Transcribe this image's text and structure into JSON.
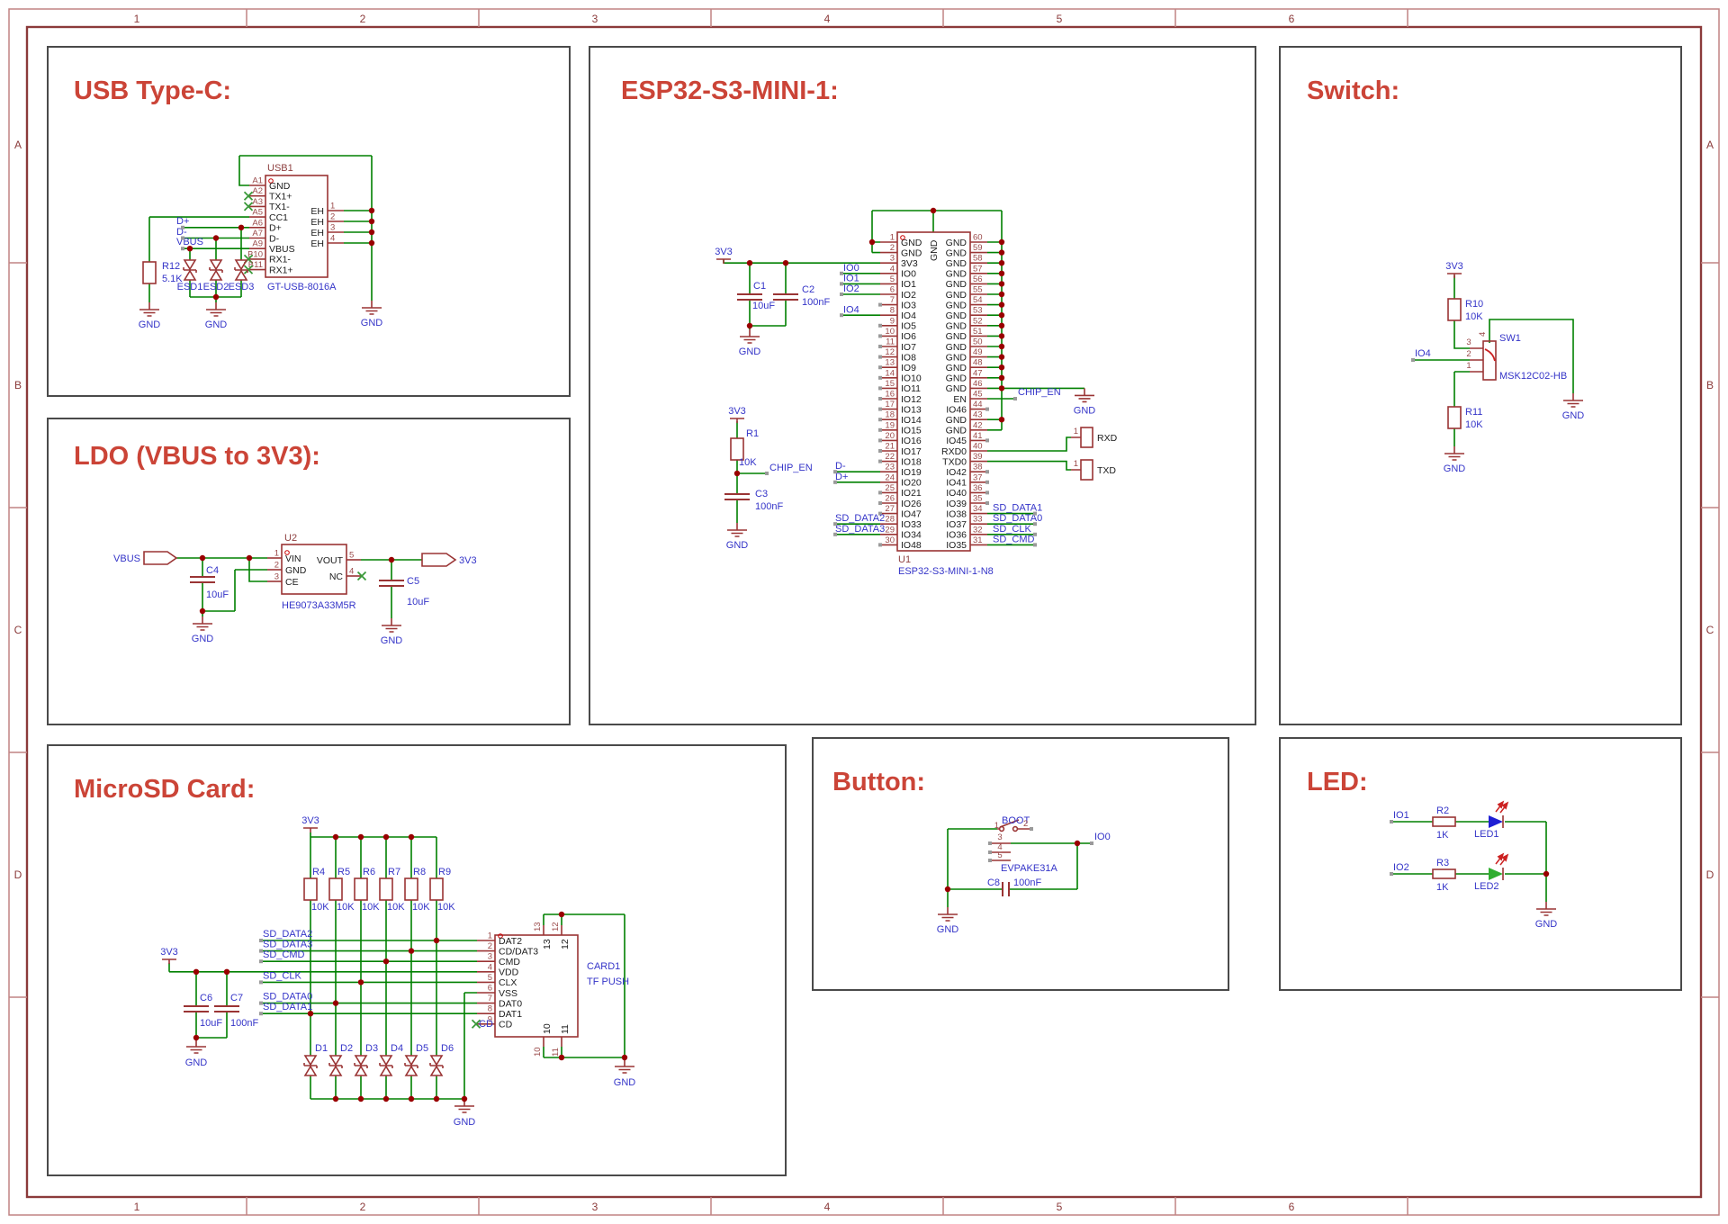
{
  "labels": {
    "gnd": "GND",
    "v33": "3V3"
  },
  "frame": {
    "cols": [
      "1",
      "2",
      "3",
      "4",
      "5",
      "6"
    ],
    "rows": [
      "A",
      "B",
      "C",
      "D"
    ]
  },
  "usb": {
    "title": "USB Type-C:",
    "ref": "USB1",
    "part": "GT-USB-8016A",
    "pins": [
      {
        "n": "A1",
        "l": "GND"
      },
      {
        "n": "A2",
        "l": "TX1+",
        "x": 1
      },
      {
        "n": "A3",
        "l": "TX1-",
        "x": 1
      },
      {
        "n": "A5",
        "l": "CC1"
      },
      {
        "n": "A6",
        "l": "D+"
      },
      {
        "n": "A7",
        "l": "D-"
      },
      {
        "n": "A9",
        "l": "VBUS"
      },
      {
        "n": "B10",
        "l": "RX1-",
        "x": 1
      },
      {
        "n": "B11",
        "l": "RX1+",
        "x": 1
      }
    ],
    "eh_pins": [
      {
        "n": "1",
        "l": "EH"
      },
      {
        "n": "2",
        "l": "EH"
      },
      {
        "n": "3",
        "l": "EH"
      },
      {
        "n": "4",
        "l": "EH"
      }
    ],
    "r12_ref": "R12",
    "r12_val": "5.1K",
    "esd_refs": [
      "ESD1",
      "ESD2",
      "ESD3"
    ],
    "net_dp": "D+",
    "net_dm": "D-",
    "net_vbus": "VBUS"
  },
  "ldo": {
    "title": "LDO (VBUS to 3V3):",
    "ref": "U2",
    "part": "HE9073A33M5R",
    "left": [
      {
        "n": "1",
        "l": "VIN"
      },
      {
        "n": "2",
        "l": "GND"
      },
      {
        "n": "3",
        "l": "CE"
      }
    ],
    "right": [
      {
        "n": "5",
        "l": "VOUT"
      },
      {
        "n": "4",
        "l": "NC",
        "x": 1
      }
    ],
    "c4_ref": "C4",
    "c4_val": "10uF",
    "c5_ref": "C5",
    "c5_val": "10uF",
    "port_in": "VBUS",
    "port_out": "3V3"
  },
  "esp": {
    "title": "ESP32-S3-MINI-1:",
    "ref": "U1",
    "part": "ESP32-S3-MINI-1-N8",
    "top_pin": "GND",
    "left_pins": [
      {
        "n": "1",
        "l": "GND"
      },
      {
        "n": "2",
        "l": "GND"
      },
      {
        "n": "3",
        "l": "3V3"
      },
      {
        "n": "4",
        "l": "IO0"
      },
      {
        "n": "5",
        "l": "IO1"
      },
      {
        "n": "6",
        "l": "IO2"
      },
      {
        "n": "7",
        "l": "IO3",
        "nc": 1
      },
      {
        "n": "8",
        "l": "IO4"
      },
      {
        "n": "9",
        "l": "IO5",
        "nc": 1
      },
      {
        "n": "10",
        "l": "IO6",
        "nc": 1
      },
      {
        "n": "11",
        "l": "IO7",
        "nc": 1
      },
      {
        "n": "12",
        "l": "IO8",
        "nc": 1
      },
      {
        "n": "13",
        "l": "IO9",
        "nc": 1
      },
      {
        "n": "14",
        "l": "IO10",
        "nc": 1
      },
      {
        "n": "15",
        "l": "IO11",
        "nc": 1
      },
      {
        "n": "16",
        "l": "IO12",
        "nc": 1
      },
      {
        "n": "17",
        "l": "IO13",
        "nc": 1
      },
      {
        "n": "18",
        "l": "IO14",
        "nc": 1
      },
      {
        "n": "19",
        "l": "IO15",
        "nc": 1
      },
      {
        "n": "20",
        "l": "IO16",
        "nc": 1
      },
      {
        "n": "21",
        "l": "IO17",
        "nc": 1
      },
      {
        "n": "22",
        "l": "IO18",
        "nc": 1
      },
      {
        "n": "23",
        "l": "IO19"
      },
      {
        "n": "24",
        "l": "IO20"
      },
      {
        "n": "25",
        "l": "IO21",
        "nc": 1
      },
      {
        "n": "26",
        "l": "IO26",
        "nc": 1
      },
      {
        "n": "27",
        "l": "IO47",
        "nc": 1
      },
      {
        "n": "28",
        "l": "IO33"
      },
      {
        "n": "29",
        "l": "IO34"
      },
      {
        "n": "30",
        "l": "IO48",
        "nc": 1
      }
    ],
    "right_pins": [
      {
        "n": "60",
        "l": "GND"
      },
      {
        "n": "59",
        "l": "GND"
      },
      {
        "n": "58",
        "l": "GND"
      },
      {
        "n": "57",
        "l": "GND"
      },
      {
        "n": "56",
        "l": "GND"
      },
      {
        "n": "55",
        "l": "GND"
      },
      {
        "n": "54",
        "l": "GND"
      },
      {
        "n": "53",
        "l": "GND"
      },
      {
        "n": "52",
        "l": "GND"
      },
      {
        "n": "51",
        "l": "GND"
      },
      {
        "n": "50",
        "l": "GND"
      },
      {
        "n": "49",
        "l": "GND"
      },
      {
        "n": "48",
        "l": "GND"
      },
      {
        "n": "47",
        "l": "GND"
      },
      {
        "n": "46",
        "l": "GND"
      },
      {
        "n": "45",
        "l": "EN"
      },
      {
        "n": "44",
        "l": "IO46",
        "nc": 1
      },
      {
        "n": "43",
        "l": "GND"
      },
      {
        "n": "42",
        "l": "GND"
      },
      {
        "n": "41",
        "l": "IO45",
        "nc": 1
      },
      {
        "n": "40",
        "l": "RXD0"
      },
      {
        "n": "39",
        "l": "TXD0"
      },
      {
        "n": "38",
        "l": "IO42",
        "nc": 1
      },
      {
        "n": "37",
        "l": "IO41",
        "nc": 1
      },
      {
        "n": "36",
        "l": "IO40",
        "nc": 1
      },
      {
        "n": "35",
        "l": "IO39",
        "nc": 1
      },
      {
        "n": "34",
        "l": "IO38"
      },
      {
        "n": "33",
        "l": "IO37"
      },
      {
        "n": "32",
        "l": "IO36"
      },
      {
        "n": "31",
        "l": "IO35"
      }
    ],
    "c1_ref": "C1",
    "c1_val": "10uF",
    "c2_ref": "C2",
    "c2_val": "100nF",
    "r1_ref": "R1",
    "r1_val": "10K",
    "c3_ref": "C3",
    "c3_val": "100nF",
    "net_io0": "IO0",
    "net_io1": "IO1",
    "net_io2": "IO2",
    "net_io4": "IO4",
    "net_chip_en": "CHIP_EN",
    "net_chip_en2": "CHIP_EN",
    "net_dm": "D-",
    "net_dp": "D+",
    "net_sdd2": "SD_DATA2",
    "net_sdd3": "SD_DATA3",
    "net_sdd1": "SD_DATA1",
    "net_sdd0": "SD_DATA0",
    "net_sdclk": "SD_CLK",
    "net_sdcmd": "SD_CMD",
    "conn_rxd": "RXD",
    "conn_txd": "TXD",
    "conn_pin": "1"
  },
  "sw": {
    "title": "Switch:",
    "ref": "SW1",
    "part": "MSK12C02-HB",
    "r10_ref": "R10",
    "r10_val": "10K",
    "r11_ref": "R11",
    "r11_val": "10K",
    "net_io4": "IO4",
    "pins": [
      "1",
      "2",
      "3",
      "4"
    ]
  },
  "sd": {
    "title": "MicroSD Card:",
    "ref": "CARD1",
    "part": "TF PUSH",
    "pins": [
      {
        "n": "1",
        "l": "DAT2"
      },
      {
        "n": "2",
        "l": "CD/DAT3"
      },
      {
        "n": "3",
        "l": "CMD"
      },
      {
        "n": "4",
        "l": "VDD"
      },
      {
        "n": "5",
        "l": "CLX"
      },
      {
        "n": "6",
        "l": "VSS"
      },
      {
        "n": "7",
        "l": "DAT0"
      },
      {
        "n": "8",
        "l": "DAT1"
      },
      {
        "n": "9",
        "l": "CD",
        "x": 1,
        "net": "CD"
      }
    ],
    "top_pins": [
      "13",
      "12"
    ],
    "bottom_pins": [
      "10",
      "11"
    ],
    "pullups": [
      {
        "ref": "R4",
        "val": "10K"
      },
      {
        "ref": "R5",
        "val": "10K"
      },
      {
        "ref": "R6",
        "val": "10K"
      },
      {
        "ref": "R7",
        "val": "10K"
      },
      {
        "ref": "R8",
        "val": "10K"
      },
      {
        "ref": "R9",
        "val": "10K"
      }
    ],
    "diodes": [
      "D1",
      "D2",
      "D3",
      "D4",
      "D5",
      "D6"
    ],
    "c6_ref": "C6",
    "c6_val": "10uF",
    "c7_ref": "C7",
    "c7_val": "100nF",
    "net_sdd2": "SD_DATA2",
    "net_sdd3": "SD_DATA3",
    "net_sdcmd": "SD_CMD",
    "net_sdclk": "SD_CLK",
    "net_sdd0": "SD_DATA0",
    "net_sdd1": "SD_DATA1"
  },
  "btn": {
    "title": "Button:",
    "part": "EVPAKE31A",
    "net_boot": "BOOT",
    "net_io0": "IO0",
    "c8_ref": "C8",
    "c8_val": "100nF",
    "pins": [
      "1",
      "2",
      "3",
      "4",
      "5"
    ]
  },
  "led": {
    "title": "LED:",
    "r2_ref": "R2",
    "r2_val": "1K",
    "r3_ref": "R3",
    "r3_val": "1K",
    "led1": "LED1",
    "led2": "LED2",
    "net_io1": "IO1",
    "net_io2": "IO2",
    "led1_color": "#1f1fd4",
    "led2_color": "#2fae2f"
  }
}
